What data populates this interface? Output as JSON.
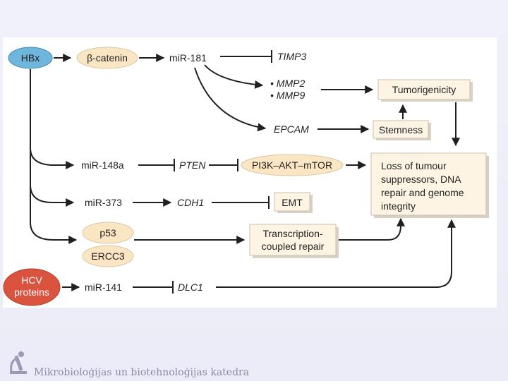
{
  "diagram": {
    "nodes": {
      "hbx": "HBx",
      "beta_catenin": "β-catenin",
      "mir181": "miR-181",
      "timp3": "TIMP3",
      "mmp2": "• MMP2",
      "mmp9": "• MMP9",
      "tumorigenicity": "Tumorigenicity",
      "epcam": "EPCAM",
      "stemness": "Stemness",
      "mir148a": "miR-148a",
      "pten": "PTEN",
      "pi3k": "PI3K–AKT–mTOR",
      "loss_line1": "Loss of tumour",
      "loss_line2": "suppressors, DNA",
      "loss_line3": "repair and genome",
      "loss_line4": "integrity",
      "mir373": "miR-373",
      "cdh1": "CDH1",
      "emt": "EMT",
      "p53": "p53",
      "ercc3": "ERCC3",
      "tcr_line1": "Transcription-",
      "tcr_line2": "coupled repair",
      "hcv_line1": "HCV",
      "hcv_line2": "proteins",
      "mir141": "miR-141",
      "dlc1": "DLC1"
    },
    "colors": {
      "hbx_fill": "#6fb6dc",
      "oval_fill": "#fbe6c4",
      "hcv_fill": "#d9533f",
      "box_fill": "#fdf4e4"
    }
  },
  "footer": {
    "text": "Mikrobioloģijas un biotehnoloģijas katedra",
    "logo_icon": "microscope-icon"
  }
}
